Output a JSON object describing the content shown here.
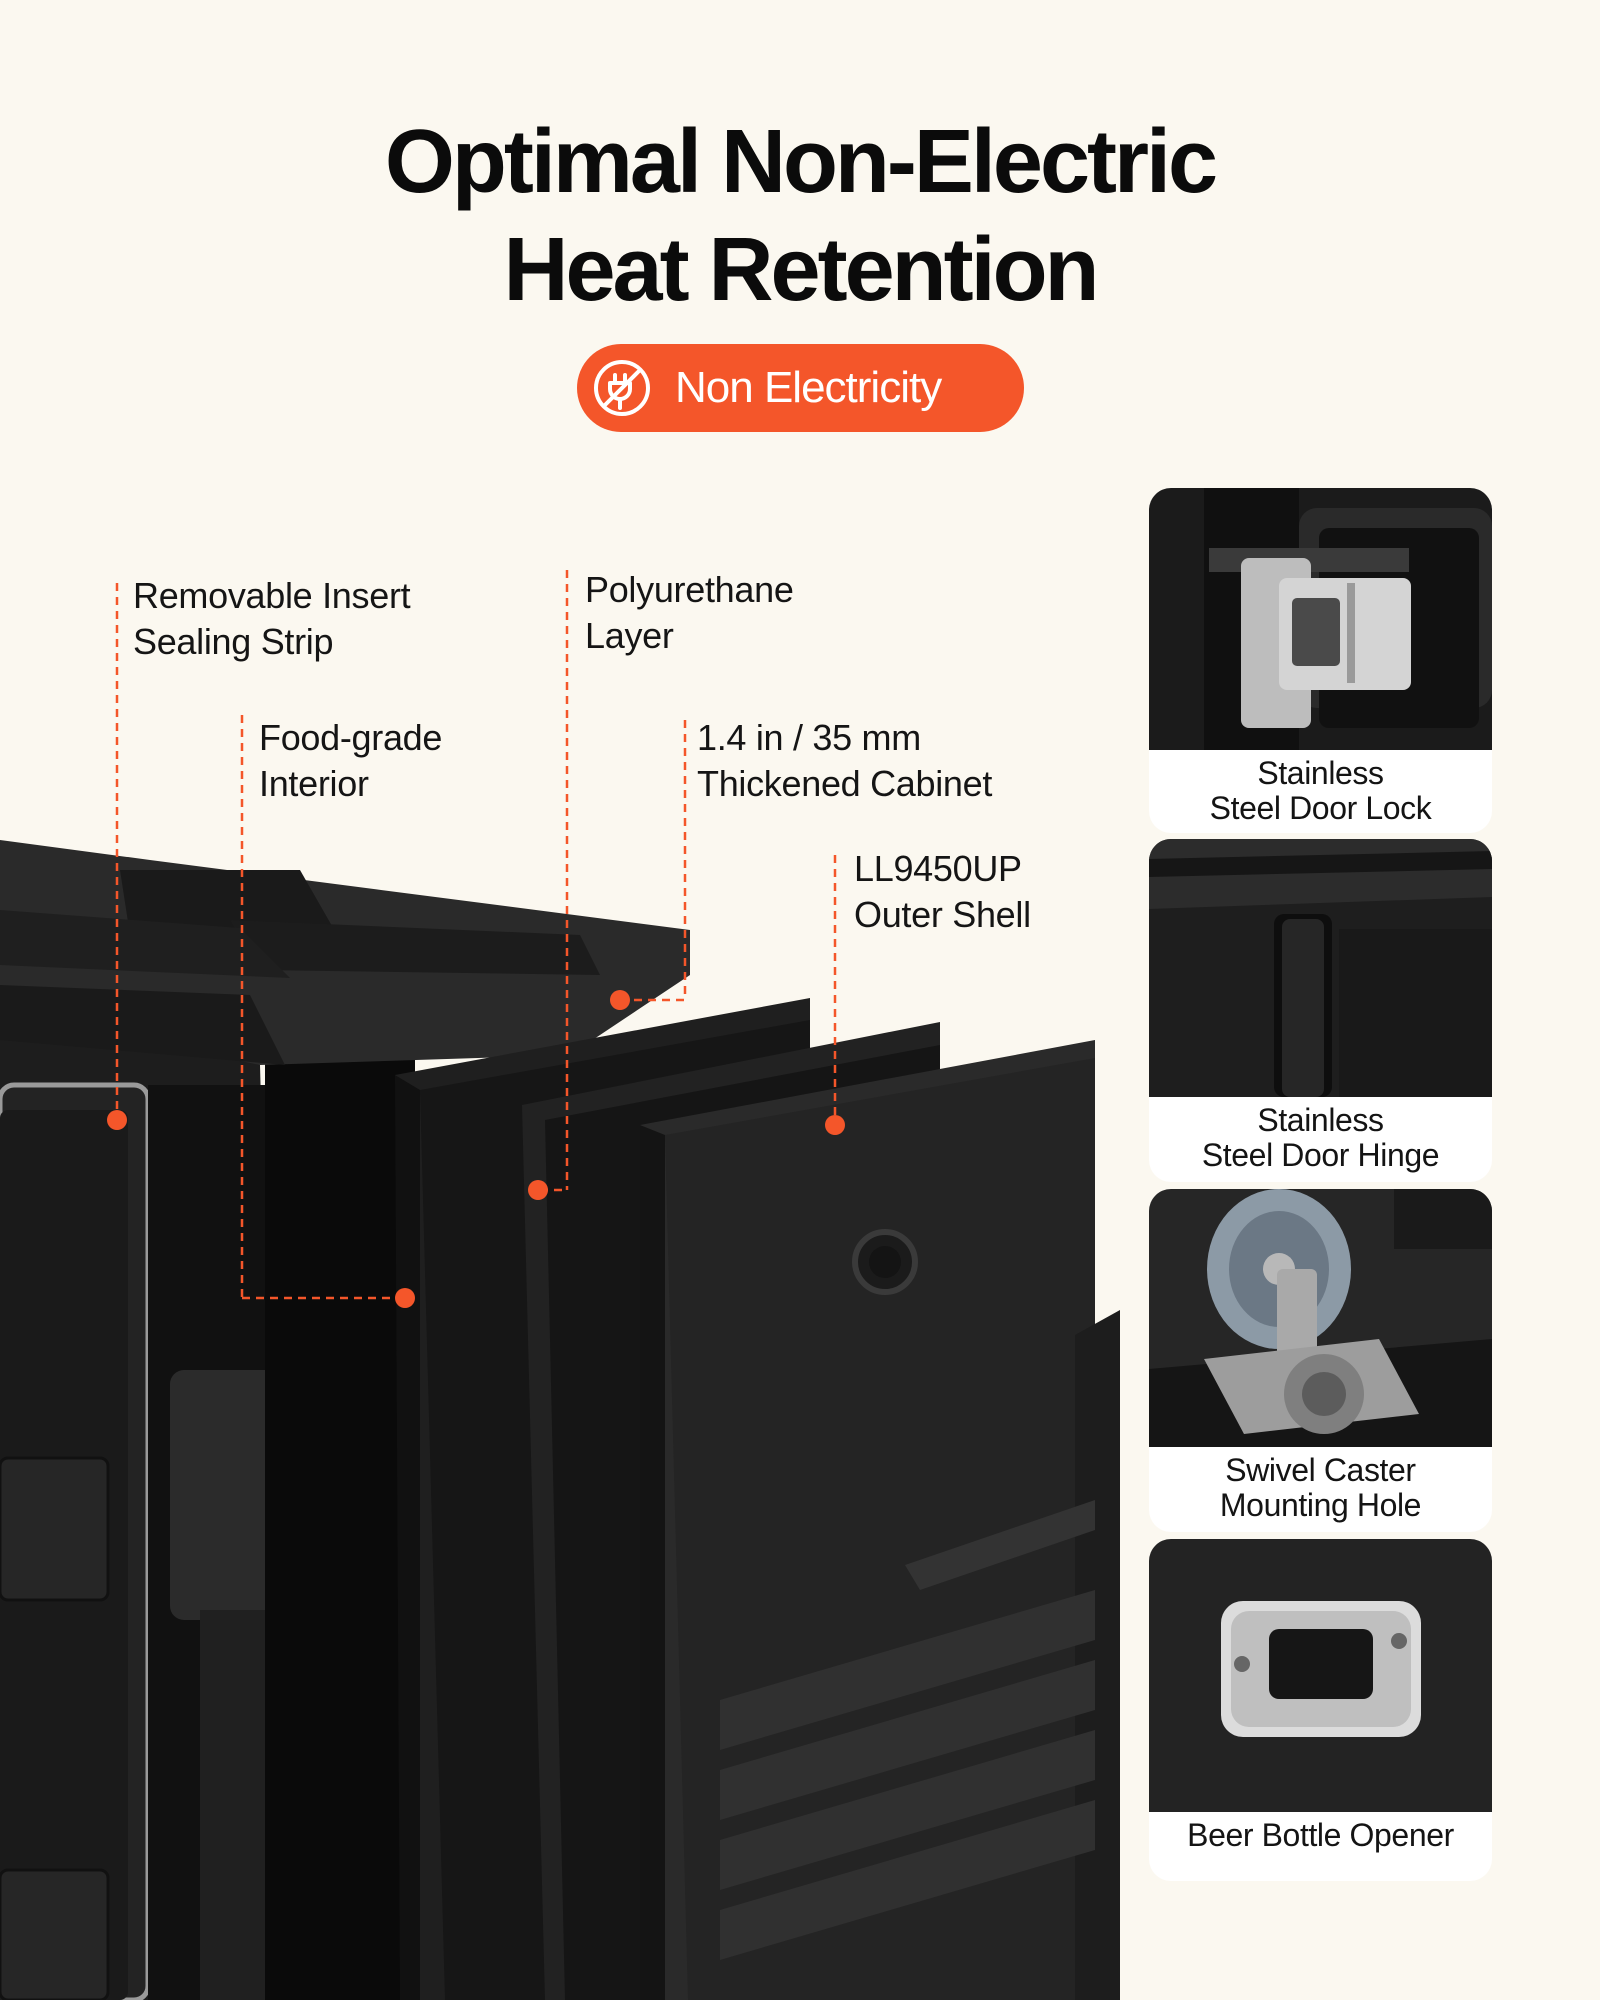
{
  "headline": {
    "line1": "Optimal Non-Electric",
    "line2": "Heat Retention"
  },
  "badge": {
    "icon": "no-plug-icon",
    "text": "Non Electricity"
  },
  "colors": {
    "accent": "#f4562a",
    "background": "#fbf8f0",
    "product_black": "#1a1a1a"
  },
  "callouts": [
    {
      "line1": "Removable Insert",
      "line2": "Sealing Strip"
    },
    {
      "line1": "Polyurethane",
      "line2": "Layer"
    },
    {
      "line1": "Food-grade",
      "line2": "Interior"
    },
    {
      "line1": "1.4 in / 35 mm",
      "line2": "Thickened Cabinet"
    },
    {
      "line1": "LL9450UP",
      "line2": "Outer Shell"
    }
  ],
  "features": [
    {
      "line1": "Stainless",
      "line2": "Steel Door Lock",
      "icon": "door-lock-icon"
    },
    {
      "line1": "Stainless",
      "line2": "Steel Door Hinge",
      "icon": "door-hinge-icon"
    },
    {
      "line1": "Swivel Caster",
      "line2": "Mounting Hole",
      "icon": "caster-wheel-icon"
    },
    {
      "line1": "Beer Bottle Opener",
      "line2": "",
      "icon": "bottle-opener-icon"
    }
  ]
}
